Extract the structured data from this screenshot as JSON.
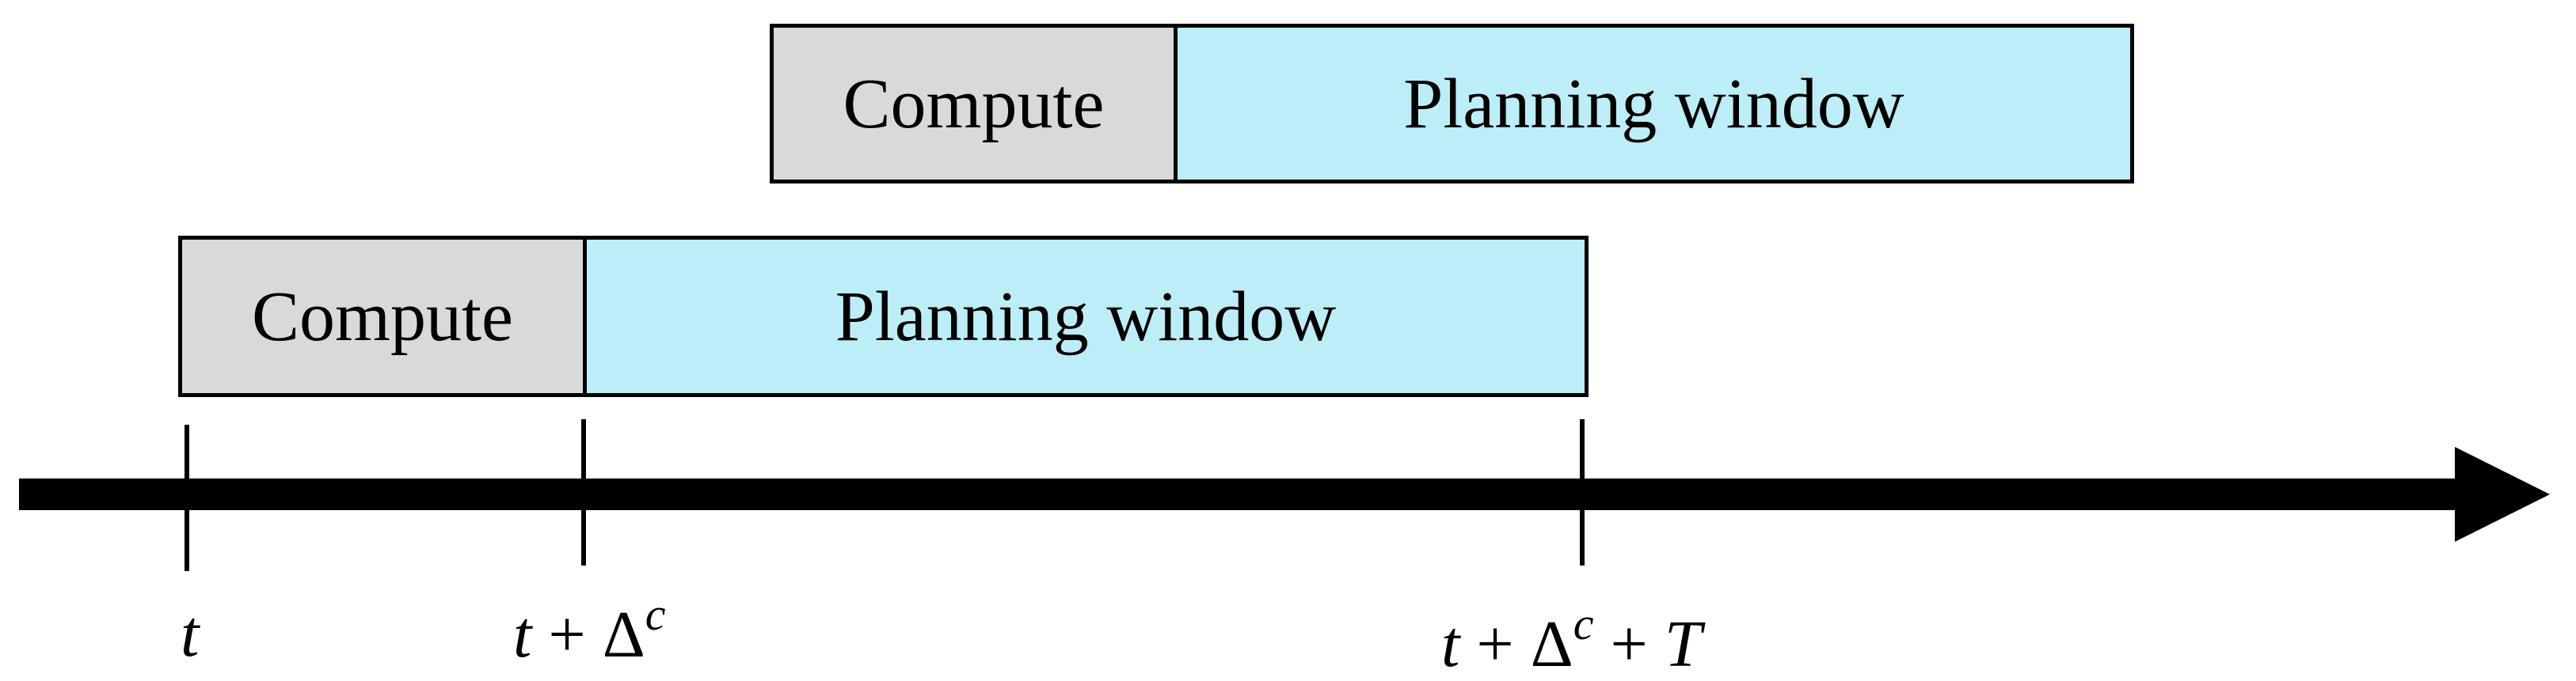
{
  "diagram": {
    "rows": [
      {
        "compute_label": "Compute",
        "planning_label": "Planning window"
      },
      {
        "compute_label": "Compute",
        "planning_label": "Planning window"
      }
    ],
    "timeline": {
      "labels": {
        "t": "t",
        "t_plus_delta_c": {
          "t": "t",
          "plus": " + ",
          "delta": "Δ",
          "sup": "c"
        },
        "t_plus_delta_c_plus_T": {
          "t": "t",
          "plus": " + ",
          "delta": "Δ",
          "sup": "c",
          "plus2": " + ",
          "T": "T"
        }
      }
    },
    "colors": {
      "compute_fill": "#d9d9d9",
      "planning_fill": "#bdeef8",
      "stroke": "#000000"
    }
  }
}
